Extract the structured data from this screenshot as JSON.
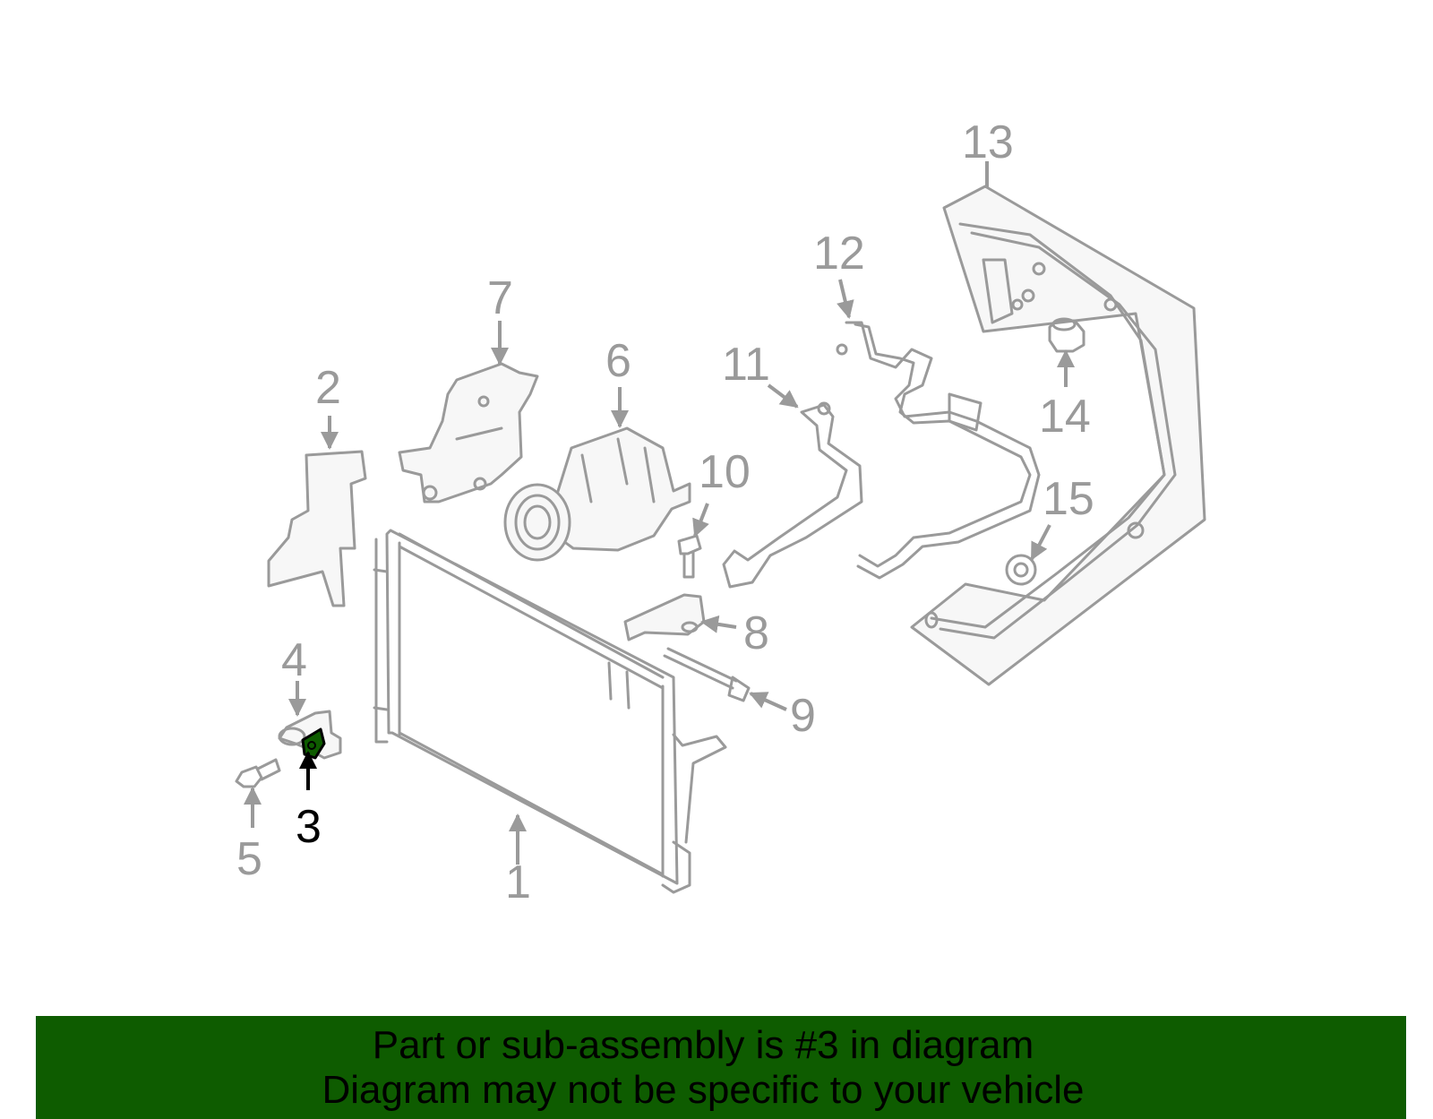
{
  "diagram": {
    "callouts": [
      "1",
      "2",
      "3",
      "4",
      "5",
      "6",
      "7",
      "8",
      "9",
      "10",
      "11",
      "12",
      "13",
      "14",
      "15"
    ],
    "highlighted": "3",
    "colors": {
      "outline": "#9a9a9a",
      "highlight": "#000000",
      "highlight_fill": "#0e5c00",
      "banner": "#0e5c00"
    }
  },
  "banner": {
    "line1": "Part or sub-assembly is #3 in diagram",
    "line2": "Diagram may not be specific to your vehicle"
  }
}
